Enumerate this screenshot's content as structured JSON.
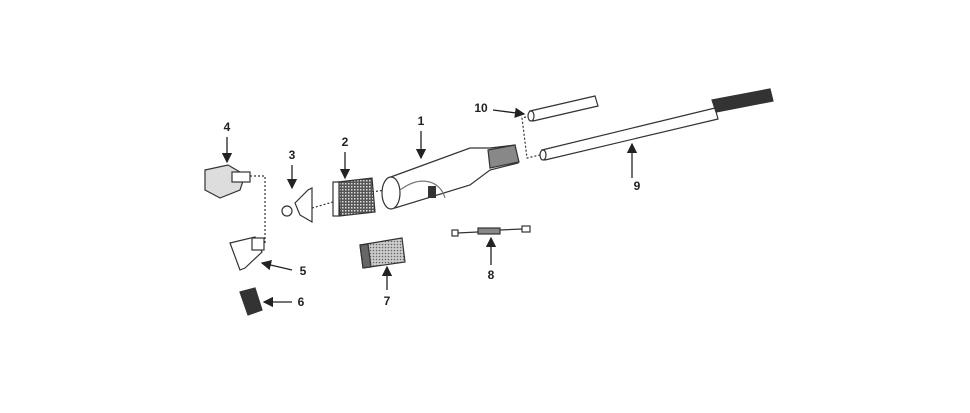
{
  "diagram": {
    "parts": [
      {
        "id": "1",
        "label": "1"
      },
      {
        "id": "2",
        "label": "2"
      },
      {
        "id": "3",
        "label": "3"
      },
      {
        "id": "4",
        "label": "4"
      },
      {
        "id": "5",
        "label": "5"
      },
      {
        "id": "6",
        "label": "6"
      },
      {
        "id": "7",
        "label": "7"
      },
      {
        "id": "8",
        "label": "8"
      },
      {
        "id": "9",
        "label": "9"
      },
      {
        "id": "10",
        "label": "10"
      }
    ],
    "colors": {
      "line": "#333333",
      "fill": "#ffffff",
      "dark": "#444444"
    }
  }
}
